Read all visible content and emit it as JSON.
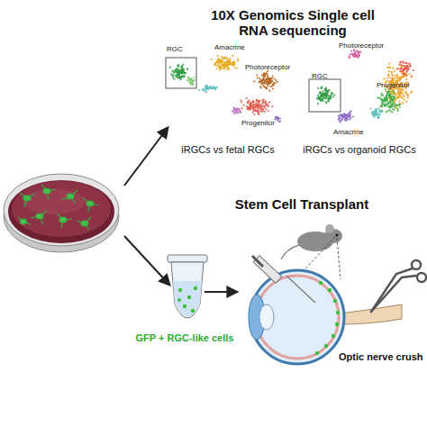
{
  "diagram": {
    "nodes": [
      {
        "text": [
          "10X Genomics Single cell RNA sequencing"
        ]
      },
      {
        "text": [
          "RGC",
          "Amacrine",
          "Photoreceptor",
          "Progenitor",
          "iRGCs vs fetal RGCs"
        ],
        "in": 0
      },
      {
        "text": [
          "Photoreceptor",
          "RGC",
          "Amacrine",
          "Progenitor",
          "iRGCs vs organoid RGCs"
        ],
        "in": 0
      },
      {
        "text": [
          "Stem Cell Transplant"
        ]
      },
      {
        "text": [
          "GFP + RGC-like cells"
        ],
        "in": 3
      },
      {
        "text": [
          "Optic nerve crush"
        ],
        "in": 3
      }
    ],
    "edges": [
      {
        "from": 4,
        "to": 5,
        "arrow": "to"
      }
    ]
  }
}
